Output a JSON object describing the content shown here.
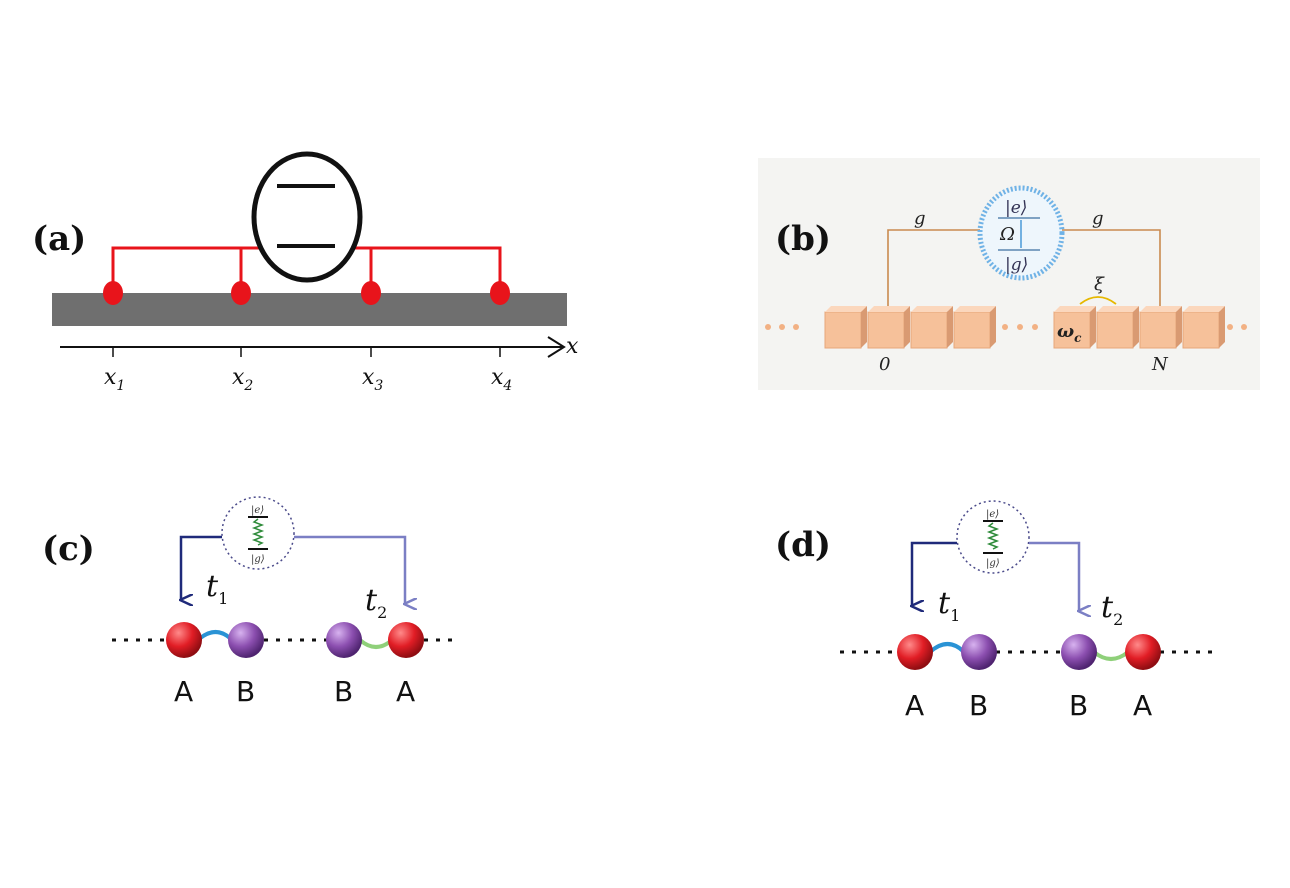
{
  "panels": {
    "a": {
      "label": "(a)",
      "axis_label": "x",
      "points": [
        {
          "base": "x",
          "sub": "1"
        },
        {
          "base": "x",
          "sub": "2"
        },
        {
          "base": "x",
          "sub": "3"
        },
        {
          "base": "x",
          "sub": "4"
        }
      ],
      "colors": {
        "waveguide": "#6f6f6f",
        "coupling": "#e8141b",
        "atom": "#111111"
      }
    },
    "b": {
      "label": "(b)",
      "coupling_left": "g",
      "coupling_right": "g",
      "excited": "|e⟩",
      "ground": "|g⟩",
      "drive": "Ω",
      "hopping": "ξ",
      "cavity_freq": "ω",
      "cavity_freq_sub": "c",
      "site_start": "0",
      "site_end": "N",
      "colors": {
        "cavity": "#f6c19a",
        "line": "#c98a4f",
        "atom_ring": "#6fb2e6",
        "background": "#f4f4f2"
      }
    },
    "c": {
      "label": "(c)",
      "excited": "|e⟩",
      "ground": "|g⟩",
      "hop1": "t",
      "hop1_sub": "1",
      "hop2": "t",
      "hop2_sub": "2",
      "sites": [
        "A",
        "B",
        "B",
        "A"
      ],
      "colors": {
        "A": "#d8202a",
        "B": "#8b4fae",
        "arrow1": "#1f2a7a",
        "arrow2": "#7b7fc4"
      }
    },
    "d": {
      "label": "(d)",
      "excited": "|e⟩",
      "ground": "|g⟩",
      "hop1": "t",
      "hop1_sub": "1",
      "hop2": "t",
      "hop2_sub": "2",
      "sites": [
        "A",
        "B",
        "B",
        "A"
      ],
      "colors": {
        "A": "#d8202a",
        "B": "#8b4fae",
        "arrow1": "#1f2a7a",
        "arrow2": "#7b7fc4"
      }
    }
  }
}
